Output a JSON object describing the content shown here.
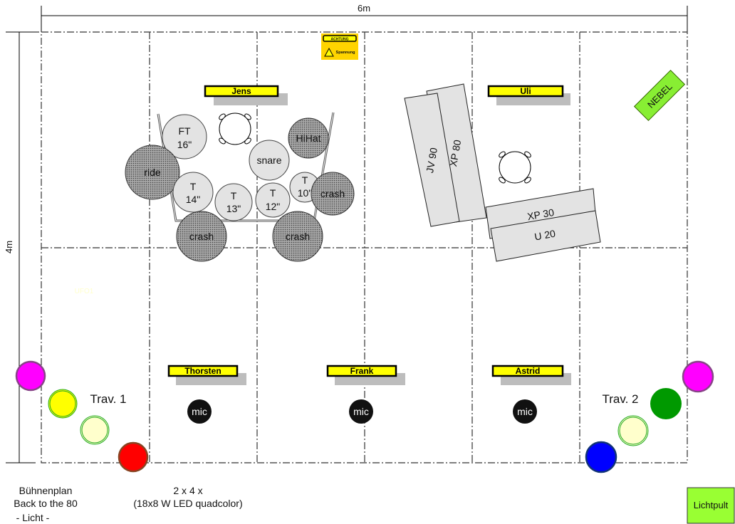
{
  "dimensions": {
    "width_label": "6m",
    "depth_label": "4m"
  },
  "warning_sign": {
    "title": "ACHTUNG",
    "subtitle": "Spannung"
  },
  "name_tags": {
    "jens": "Jens",
    "uli": "Uli",
    "thorsten": "Thorsten",
    "frank": "Frank",
    "astrid": "Astrid"
  },
  "drums": {
    "floor_tom": [
      "FT",
      "16\""
    ],
    "ride": "ride",
    "tom14": [
      "T",
      "14\""
    ],
    "tom13": [
      "T",
      "13\""
    ],
    "tom12": [
      "T",
      "12\""
    ],
    "tom10": [
      "T",
      "10\""
    ],
    "snare": "snare",
    "hihat": "HiHat",
    "crash_right": "crash",
    "crash_left_front": "crash",
    "crash_right_front": "crash"
  },
  "keyboards": {
    "jv90": "JV 90",
    "xp80": "XP 80",
    "xp30": "XP 30",
    "u20": "U 20"
  },
  "fog_machine": "NEBEL",
  "ufo_label": "UFO1",
  "mics": [
    "mic",
    "mic",
    "mic"
  ],
  "truss": {
    "left": "Trav. 1",
    "right": "Trav. 2"
  },
  "lights": {
    "left": [
      "#ff00ff",
      "#ffff00",
      "#ffffcc",
      "#ff0000"
    ],
    "right": [
      "#ff00ff",
      "#009900",
      "#ffffcc",
      "#0000ff"
    ]
  },
  "footer": {
    "title": [
      "Bühnenplan",
      "Back to the 80",
      "- Licht -"
    ],
    "lights_note": [
      "2 x 4 x",
      "(18x8 W LED quadcolor)"
    ],
    "console": "Lichtpult"
  },
  "colors": {
    "tag": "#ffff00",
    "nebel": "#88ee33",
    "console": "#99ff33"
  }
}
